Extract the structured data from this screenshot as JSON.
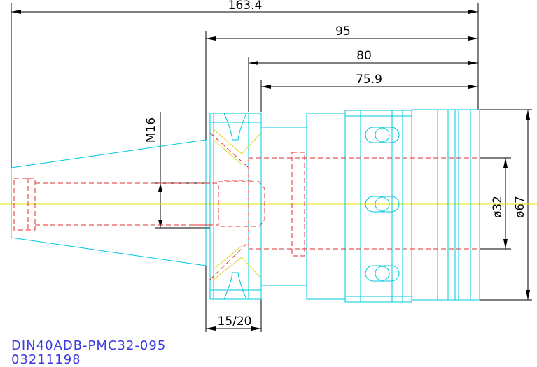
{
  "dimensions": {
    "overall_length": "163.4",
    "length_95": "95",
    "length_80": "80",
    "length_75_9": "75.9",
    "thread": "M16",
    "bore_diameter": "ø32",
    "outer_diameter": "ø67",
    "flange_width": "15/20"
  },
  "part": {
    "model": "DIN40ADB-PMC32-095",
    "code": "03211198"
  },
  "colors": {
    "outline": "#00c8e0",
    "hidden_lines": "#e03030",
    "center_line": "#e6e600",
    "dimensions": "#000000",
    "label_text": "#3a3ae0"
  }
}
